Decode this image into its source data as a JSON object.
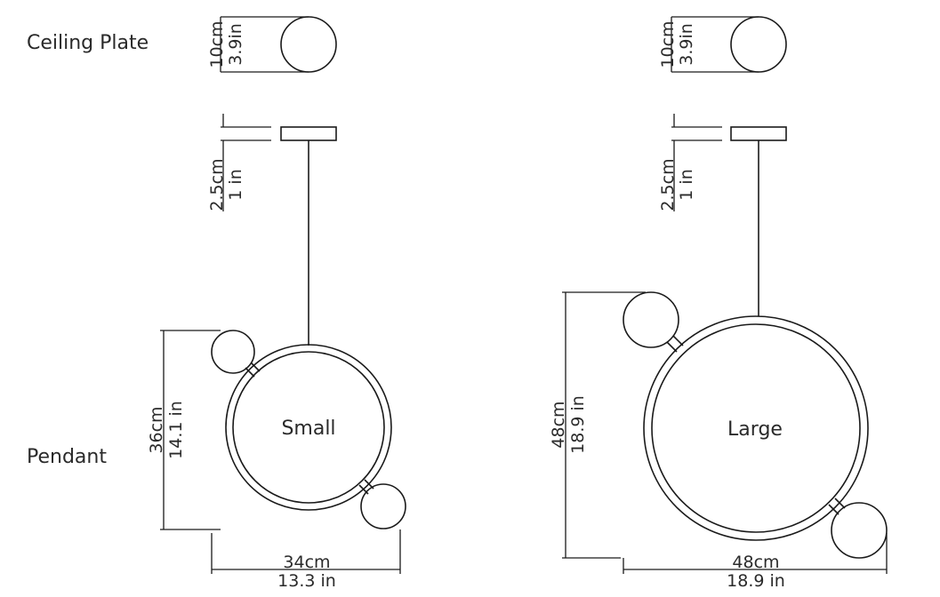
{
  "labels": {
    "ceiling_plate": "Ceiling Plate",
    "pendant": "Pendant"
  },
  "small": {
    "name": "Small",
    "plate_cm": "10cm",
    "plate_in": "3.9in",
    "plate_thick_cm": "2.5cm",
    "plate_thick_in": "1 in",
    "height_cm": "36cm",
    "height_in": "14.1 in",
    "width_cm": "34cm",
    "width_in": "13.3 in"
  },
  "large": {
    "name": "Large",
    "plate_cm": "10cm",
    "plate_in": "3.9in",
    "plate_thick_cm": "2.5cm",
    "plate_thick_in": "1 in",
    "height_cm": "48cm",
    "height_in": "18.9 in",
    "width_cm": "48cm",
    "width_in": "18.9 in"
  }
}
